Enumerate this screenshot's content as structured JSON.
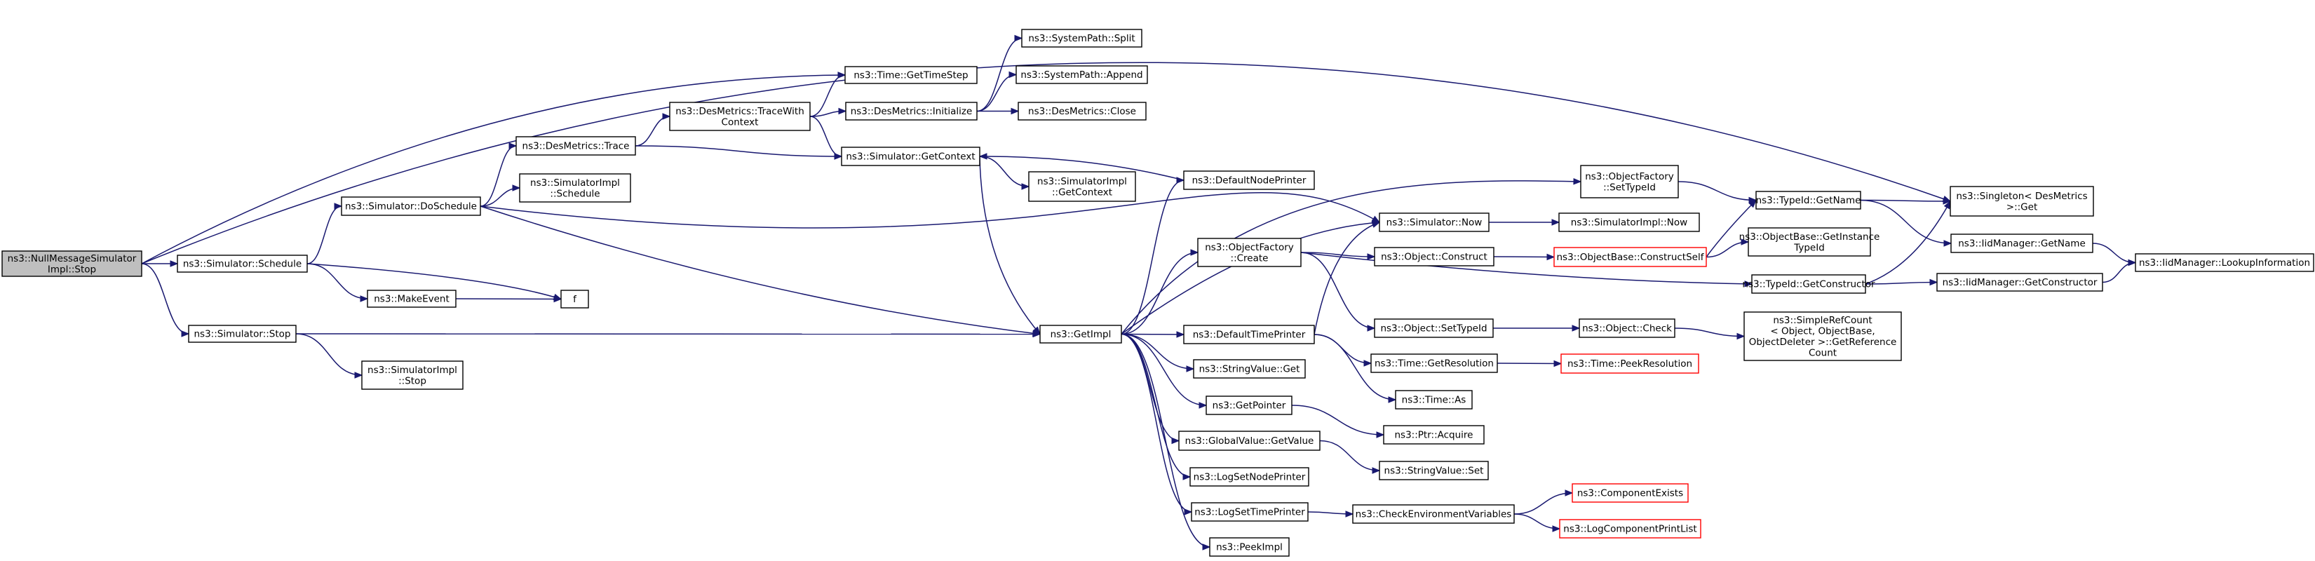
{
  "graph": {
    "nodes": [
      {
        "id": "root",
        "lines": [
          "ns3::NullMessageSimulator",
          "Impl::Stop"
        ],
        "style": "root"
      },
      {
        "id": "sched",
        "lines": [
          "ns3::Simulator::Schedule"
        ]
      },
      {
        "id": "stop",
        "lines": [
          "ns3::Simulator::Stop"
        ]
      },
      {
        "id": "dosched",
        "lines": [
          "ns3::Simulator::DoSchedule"
        ]
      },
      {
        "id": "makeevent",
        "lines": [
          "ns3::MakeEvent"
        ]
      },
      {
        "id": "f",
        "lines": [
          "f"
        ]
      },
      {
        "id": "simimplstop",
        "lines": [
          "ns3::SimulatorImpl",
          "::Stop"
        ]
      },
      {
        "id": "dmtrace",
        "lines": [
          "ns3::DesMetrics::Trace"
        ]
      },
      {
        "id": "simimplsched",
        "lines": [
          "ns3::SimulatorImpl",
          "::Schedule"
        ]
      },
      {
        "id": "dmtracectx",
        "lines": [
          "ns3::DesMetrics::TraceWith",
          "Context"
        ]
      },
      {
        "id": "gettimestep",
        "lines": [
          "ns3::Time::GetTimeStep"
        ]
      },
      {
        "id": "dminit",
        "lines": [
          "ns3::DesMetrics::Initialize"
        ]
      },
      {
        "id": "getcontext",
        "lines": [
          "ns3::Simulator::GetContext"
        ]
      },
      {
        "id": "getimpl",
        "lines": [
          "ns3::GetImpl"
        ]
      },
      {
        "id": "split",
        "lines": [
          "ns3::SystemPath::Split"
        ]
      },
      {
        "id": "append",
        "lines": [
          "ns3::SystemPath::Append"
        ]
      },
      {
        "id": "dmclose",
        "lines": [
          "ns3::DesMetrics::Close"
        ]
      },
      {
        "id": "simimplgetctx",
        "lines": [
          "ns3::SimulatorImpl",
          "::GetContext"
        ]
      },
      {
        "id": "defnodeprinter",
        "lines": [
          "ns3::DefaultNodePrinter"
        ]
      },
      {
        "id": "ofcreate",
        "lines": [
          "ns3::ObjectFactory",
          "::Create"
        ]
      },
      {
        "id": "deftimeprinter",
        "lines": [
          "ns3::DefaultTimePrinter"
        ]
      },
      {
        "id": "strvalget",
        "lines": [
          "ns3::StringValue::Get"
        ]
      },
      {
        "id": "getpointer",
        "lines": [
          "ns3::GetPointer"
        ]
      },
      {
        "id": "gvgetvalue",
        "lines": [
          "ns3::GlobalValue::GetValue"
        ]
      },
      {
        "id": "logsetnode",
        "lines": [
          "ns3::LogSetNodePrinter"
        ]
      },
      {
        "id": "logsettime",
        "lines": [
          "ns3::LogSetTimePrinter"
        ]
      },
      {
        "id": "peekimpl",
        "lines": [
          "ns3::PeekImpl"
        ]
      },
      {
        "id": "ofsettypeid",
        "lines": [
          "ns3::ObjectFactory",
          "::SetTypeId"
        ]
      },
      {
        "id": "simnow",
        "lines": [
          "ns3::Simulator::Now"
        ]
      },
      {
        "id": "objconstruct",
        "lines": [
          "ns3::Object::Construct"
        ]
      },
      {
        "id": "objsettypeid",
        "lines": [
          "ns3::Object::SetTypeId"
        ]
      },
      {
        "id": "timegetres",
        "lines": [
          "ns3::Time::GetResolution"
        ]
      },
      {
        "id": "timeas",
        "lines": [
          "ns3::Time::As"
        ]
      },
      {
        "id": "ptracquire",
        "lines": [
          "ns3::Ptr::Acquire"
        ]
      },
      {
        "id": "strvalset",
        "lines": [
          "ns3::StringValue::Set"
        ]
      },
      {
        "id": "checkenv",
        "lines": [
          "ns3::CheckEnvironmentVariables"
        ]
      },
      {
        "id": "simimplnow",
        "lines": [
          "ns3::SimulatorImpl::Now"
        ]
      },
      {
        "id": "obconstructself",
        "lines": [
          "ns3::ObjectBase::ConstructSelf"
        ],
        "style": "red"
      },
      {
        "id": "objcheck",
        "lines": [
          "ns3::Object::Check"
        ]
      },
      {
        "id": "peekres",
        "lines": [
          "ns3::Time::PeekResolution"
        ],
        "style": "red"
      },
      {
        "id": "compexists",
        "lines": [
          "ns3::ComponentExists"
        ],
        "style": "red"
      },
      {
        "id": "logcompprint",
        "lines": [
          "ns3::LogComponentPrintList"
        ],
        "style": "red"
      },
      {
        "id": "typeidgetname",
        "lines": [
          "ns3::TypeId::GetName"
        ]
      },
      {
        "id": "obgetinst",
        "lines": [
          "ns3::ObjectBase::GetInstance",
          "TypeId"
        ]
      },
      {
        "id": "typeidgetctor",
        "lines": [
          "ns3::TypeId::GetConstructor"
        ]
      },
      {
        "id": "simplerefcount",
        "lines": [
          "ns3::SimpleRefCount",
          "< Object, ObjectBase,",
          "ObjectDeleter >::GetReference",
          "Count"
        ]
      },
      {
        "id": "singleton",
        "lines": [
          "ns3::Singleton< DesMetrics",
          " >::Get"
        ]
      },
      {
        "id": "iidgetname",
        "lines": [
          "ns3::IidManager::GetName"
        ]
      },
      {
        "id": "iidgetctor",
        "lines": [
          "ns3::IidManager::GetConstructor"
        ]
      },
      {
        "id": "iidlookup",
        "lines": [
          "ns3::IidManager::LookupInformation"
        ]
      }
    ],
    "edges": [
      [
        "root",
        "sched"
      ],
      [
        "root",
        "stop"
      ],
      [
        "root",
        "gettimestep"
      ],
      [
        "root",
        "singleton"
      ],
      [
        "sched",
        "dosched"
      ],
      [
        "sched",
        "makeevent"
      ],
      [
        "sched",
        "f"
      ],
      [
        "stop",
        "simimplstop"
      ],
      [
        "stop",
        "getimpl"
      ],
      [
        "makeevent",
        "f"
      ],
      [
        "dosched",
        "dmtrace"
      ],
      [
        "dosched",
        "simimplsched"
      ],
      [
        "dosched",
        "getimpl"
      ],
      [
        "dosched",
        "simnow"
      ],
      [
        "dmtrace",
        "dmtracectx"
      ],
      [
        "dmtrace",
        "getcontext"
      ],
      [
        "dmtracectx",
        "gettimestep"
      ],
      [
        "dmtracectx",
        "dminit"
      ],
      [
        "dmtracectx",
        "getcontext"
      ],
      [
        "dminit",
        "split"
      ],
      [
        "dminit",
        "append"
      ],
      [
        "dminit",
        "dmclose"
      ],
      [
        "getcontext",
        "getimpl"
      ],
      [
        "getcontext",
        "simimplgetctx"
      ],
      [
        "getimpl",
        "defnodeprinter"
      ],
      [
        "getimpl",
        "ofsettypeid"
      ],
      [
        "getimpl",
        "simnow"
      ],
      [
        "getimpl",
        "ofcreate"
      ],
      [
        "getimpl",
        "deftimeprinter"
      ],
      [
        "getimpl",
        "strvalget"
      ],
      [
        "getimpl",
        "getpointer"
      ],
      [
        "getimpl",
        "gvgetvalue"
      ],
      [
        "getimpl",
        "logsetnode"
      ],
      [
        "getimpl",
        "logsettime"
      ],
      [
        "getimpl",
        "peekimpl"
      ],
      [
        "defnodeprinter",
        "getcontext"
      ],
      [
        "ofcreate",
        "objconstruct"
      ],
      [
        "ofcreate",
        "objsettypeid"
      ],
      [
        "ofcreate",
        "typeidgetctor"
      ],
      [
        "deftimeprinter",
        "simnow"
      ],
      [
        "deftimeprinter",
        "timegetres"
      ],
      [
        "deftimeprinter",
        "timeas"
      ],
      [
        "getpointer",
        "ptracquire"
      ],
      [
        "gvgetvalue",
        "strvalset"
      ],
      [
        "logsettime",
        "checkenv"
      ],
      [
        "ofsettypeid",
        "typeidgetname"
      ],
      [
        "simnow",
        "simimplnow"
      ],
      [
        "objconstruct",
        "obconstructself"
      ],
      [
        "objsettypeid",
        "objcheck"
      ],
      [
        "timegetres",
        "peekres"
      ],
      [
        "checkenv",
        "compexists"
      ],
      [
        "checkenv",
        "logcompprint"
      ],
      [
        "obconstructself",
        "typeidgetname"
      ],
      [
        "obconstructself",
        "obgetinst"
      ],
      [
        "objcheck",
        "simplerefcount"
      ],
      [
        "typeidgetname",
        "singleton"
      ],
      [
        "typeidgetname",
        "iidgetname"
      ],
      [
        "typeidgetctor",
        "singleton"
      ],
      [
        "typeidgetctor",
        "iidgetctor"
      ],
      [
        "iidgetname",
        "iidlookup"
      ],
      [
        "iidgetctor",
        "iidlookup"
      ]
    ]
  }
}
